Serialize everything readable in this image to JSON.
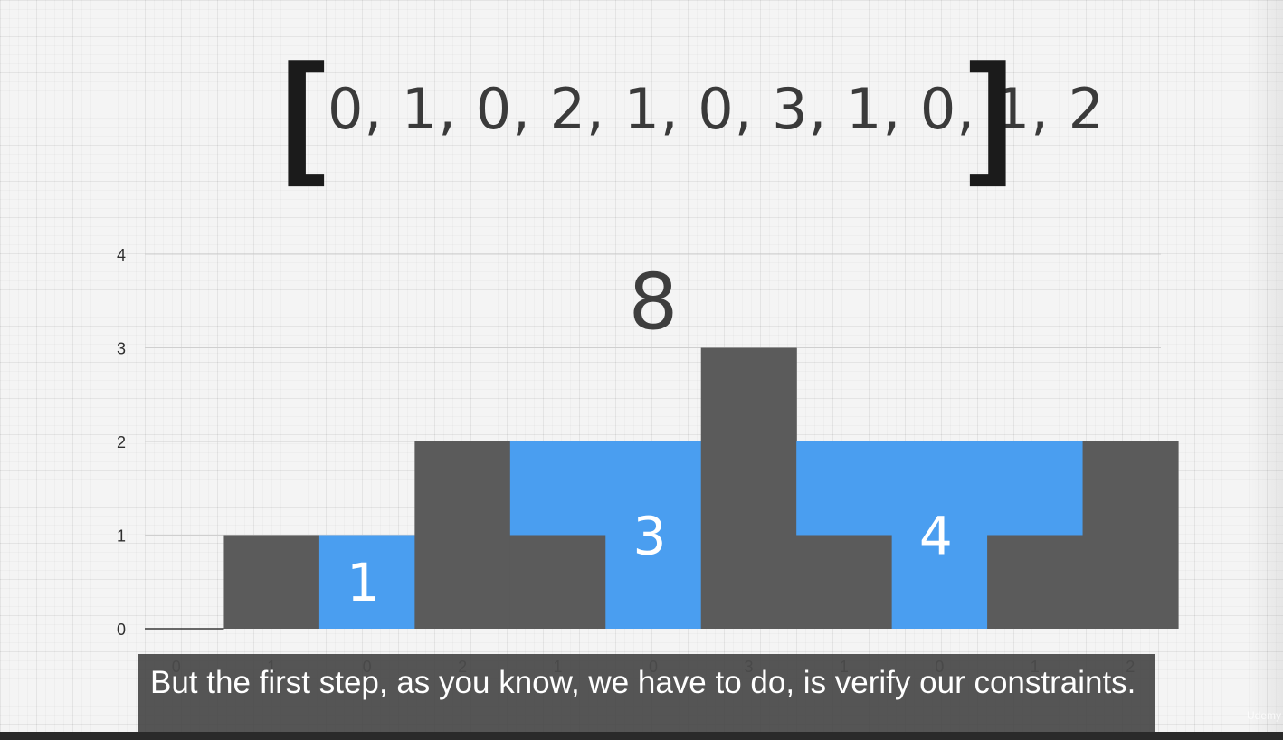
{
  "heading": {
    "open_bracket": "[",
    "values_text": "0, 1, 0, 2, 1, 0, 3, 1, 0, 1, 2",
    "close_bracket": "]"
  },
  "chart_data": {
    "type": "bar",
    "categories": [
      "0",
      "1",
      "0",
      "2",
      "1",
      "0",
      "3",
      "1",
      "0",
      "1",
      "2"
    ],
    "series": [
      {
        "values": [
          0,
          1,
          0,
          2,
          1,
          0,
          3,
          1,
          0,
          1,
          2
        ]
      },
      {
        "values": [
          0,
          0,
          1,
          0,
          1,
          2,
          0,
          1,
          2,
          1,
          0
        ]
      }
    ],
    "yticks": [
      0,
      1,
      2,
      3,
      4
    ],
    "ylim": [
      0,
      4
    ],
    "grid": true,
    "colors": {
      "elevation": "#5b5b5b",
      "water": "#4a9ef0",
      "grid": "#cfcfcf",
      "axis": "#3a3a3a"
    },
    "annotations": [
      {
        "text": "8",
        "x_index": 5,
        "y": 3.5,
        "color": "#3e3e3e",
        "size": "large"
      },
      {
        "text": "1",
        "x_index": 2,
        "y": 0.5,
        "color": "#ffffff",
        "size": "medium"
      },
      {
        "text": "3",
        "x_index": 5,
        "y": 1.0,
        "color": "#ffffff",
        "size": "medium"
      },
      {
        "text": "4",
        "x_index": 8,
        "y": 1.0,
        "color": "#ffffff",
        "size": "medium"
      }
    ]
  },
  "caption": {
    "text": "But the first step, as you know, we have to do, is verify our constraints."
  },
  "watermark": {
    "text": "Udemy"
  }
}
